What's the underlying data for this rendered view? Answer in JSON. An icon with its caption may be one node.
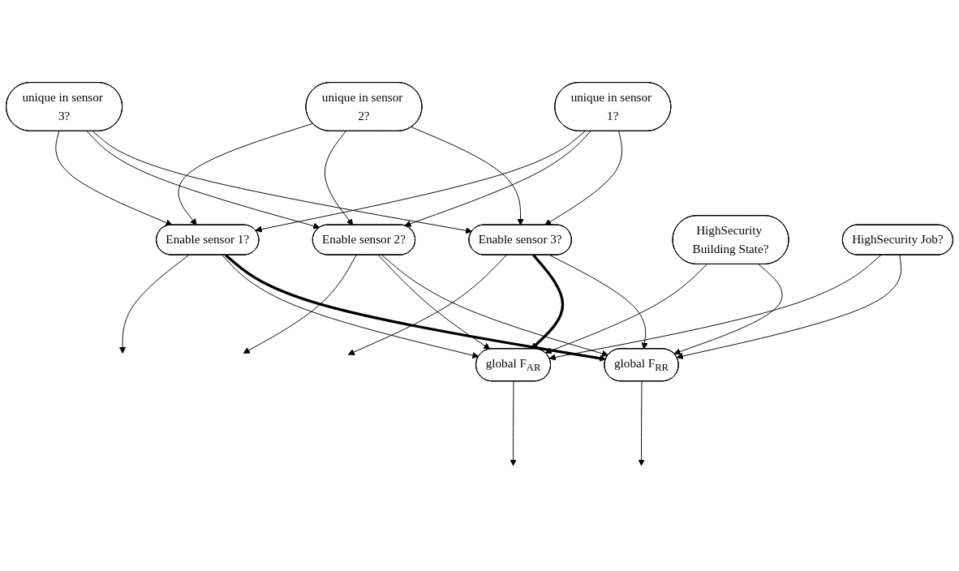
{
  "diagram": {
    "nodes": [
      {
        "text": [
          "unique in sensor 3?"
        ]
      },
      {
        "text": [
          "unique in sensor 2?"
        ]
      },
      {
        "text": [
          "unique in sensor 1?"
        ]
      },
      {
        "text": [
          "Enable sensor 1?"
        ]
      },
      {
        "text": [
          "Enable sensor 2?"
        ]
      },
      {
        "text": [
          "Enable sensor 3?"
        ]
      },
      {
        "text": [
          "HighSecurity Building State?"
        ]
      },
      {
        "text": [
          "HighSecurity Job?"
        ]
      },
      {
        "text": [
          "global F$_{AR}$"
        ]
      },
      {
        "text": [
          "global F$_{RR}$"
        ]
      }
    ],
    "edges": [
      {
        "from": 0,
        "to": 3,
        "arrow": "to"
      },
      {
        "from": 0,
        "to": 4,
        "arrow": "to"
      },
      {
        "from": 0,
        "to": 5,
        "arrow": "to"
      },
      {
        "from": 1,
        "to": 3,
        "arrow": "to"
      },
      {
        "from": 1,
        "to": 4,
        "arrow": "to"
      },
      {
        "from": 1,
        "to": 5,
        "arrow": "to"
      },
      {
        "from": 2,
        "to": 3,
        "arrow": "to"
      },
      {
        "from": 2,
        "to": 4,
        "arrow": "to"
      },
      {
        "from": 2,
        "to": 5,
        "arrow": "to"
      },
      {
        "from": 3,
        "to": null,
        "arrow": "to"
      },
      {
        "from": 3,
        "to": 8,
        "arrow": "to"
      },
      {
        "from": 3,
        "to": 9,
        "arrow": "to",
        "style": "thick"
      },
      {
        "from": 4,
        "to": null,
        "arrow": "to"
      },
      {
        "from": 4,
        "to": 8,
        "arrow": "to"
      },
      {
        "from": 4,
        "to": 9,
        "arrow": "to"
      },
      {
        "from": 5,
        "to": null,
        "arrow": "to"
      },
      {
        "from": 5,
        "to": 8,
        "arrow": "to",
        "style": "thick"
      },
      {
        "from": 5,
        "to": 9,
        "arrow": "to"
      },
      {
        "from": 6,
        "to": 8,
        "arrow": "to"
      },
      {
        "from": 6,
        "to": 9,
        "arrow": "to"
      },
      {
        "from": 7,
        "to": 8,
        "arrow": "to"
      },
      {
        "from": 7,
        "to": 9,
        "arrow": "to"
      },
      {
        "from": 8,
        "to": null,
        "arrow": "to"
      },
      {
        "from": 9,
        "to": null,
        "arrow": "to"
      }
    ]
  }
}
